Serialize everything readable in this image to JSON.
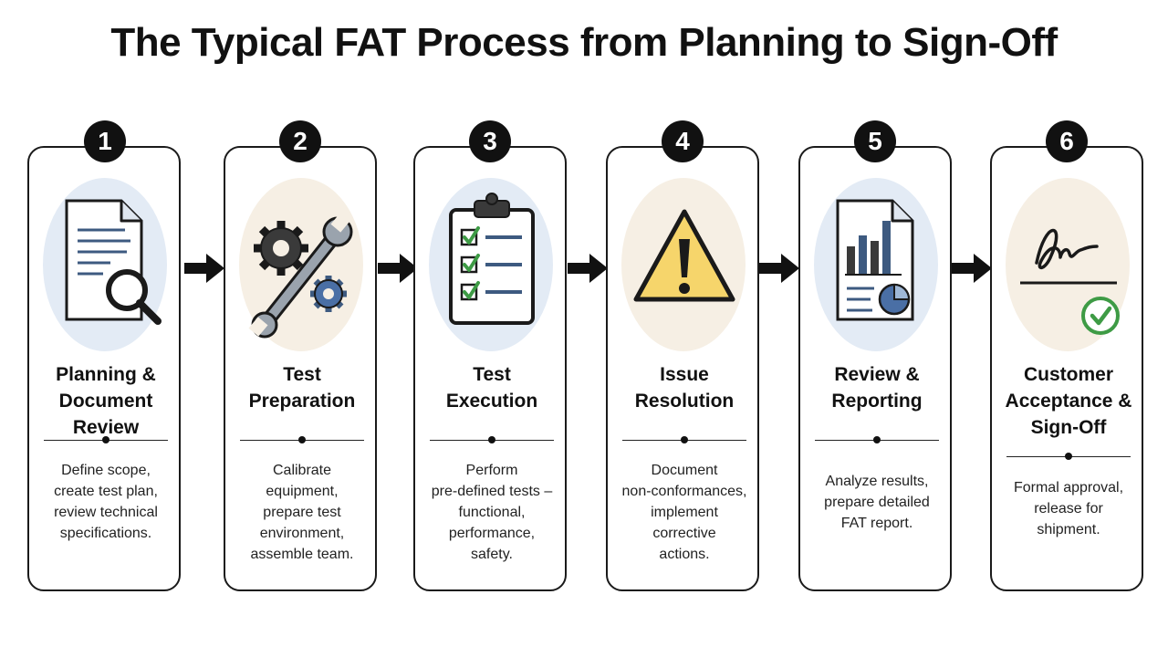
{
  "title": "The Typical FAT Process from Planning to Sign-Off",
  "steps": [
    {
      "number": "1",
      "title_lines": [
        "Planning &",
        "Document Review"
      ],
      "description_lines": [
        "Define scope,",
        "create test plan,",
        "review technical",
        "specifications."
      ],
      "icon": "document-magnifier-icon",
      "bg_color": "#e3ebf5"
    },
    {
      "number": "2",
      "title_lines": [
        "Test",
        "Preparation"
      ],
      "description_lines": [
        "Calibrate",
        "equipment,",
        "prepare test",
        "environment,",
        "assemble team."
      ],
      "icon": "gears-wrench-icon",
      "bg_color": "#f6efe4"
    },
    {
      "number": "3",
      "title_lines": [
        "Test",
        "Execution"
      ],
      "description_lines": [
        "Perform",
        "pre-defined tests –",
        "functional,",
        "performance,",
        "safety."
      ],
      "icon": "clipboard-checklist-icon",
      "bg_color": "#e3ebf5"
    },
    {
      "number": "4",
      "title_lines": [
        "Issue",
        "Resolution"
      ],
      "description_lines": [
        "Document",
        "non-conformances,",
        "implement",
        "corrective",
        "actions."
      ],
      "icon": "warning-triangle-icon",
      "bg_color": "#f6efe4"
    },
    {
      "number": "5",
      "title_lines": [
        "Review &",
        "Reporting"
      ],
      "description_lines": [
        "Analyze results,",
        "prepare detailed",
        "FAT report."
      ],
      "icon": "report-chart-icon",
      "bg_color": "#e3ebf5"
    },
    {
      "number": "6",
      "title_lines": [
        "Customer",
        "Acceptance &",
        "Sign-Off"
      ],
      "description_lines": [
        "Formal approval,",
        "release for",
        "shipment."
      ],
      "icon": "signature-check-icon",
      "bg_color": "#f6efe4"
    }
  ],
  "colors": {
    "outline": "#1a1a1a",
    "warning_fill": "#f6d56b",
    "check_green": "#3e9b45",
    "chart_blue": "#3d5a80"
  }
}
